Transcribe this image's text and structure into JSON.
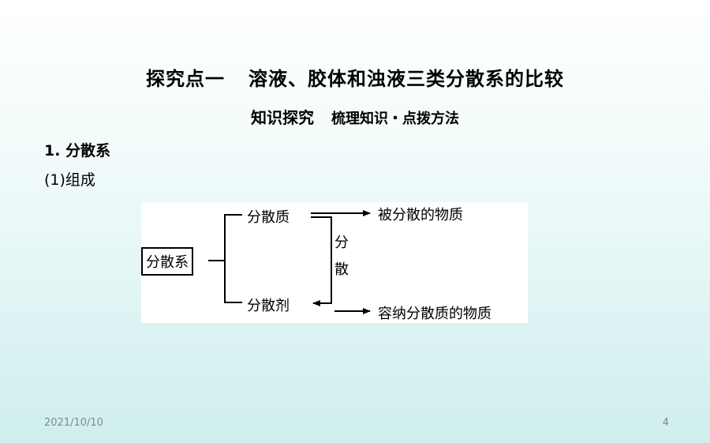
{
  "slide": {
    "title_left": "探究点一",
    "title_right": "溶液、胶体和浊液三类分散系的比较",
    "subtitle_left": "知识探究",
    "subtitle_right": "梳理知识・点拨方法",
    "heading1": "1. 分散系",
    "heading2": "(1)组成"
  },
  "diagram": {
    "root": "分散系",
    "dispersed_phase": "分散质",
    "dispersion_medium": "分散剂",
    "bracket_label_top": "分",
    "bracket_label_bottom": "散",
    "dispersed_phase_desc": "被分散的物质",
    "dispersion_medium_desc": "容纳分散质的物质"
  },
  "footer": {
    "date": "2021/10/10",
    "page": "4"
  }
}
